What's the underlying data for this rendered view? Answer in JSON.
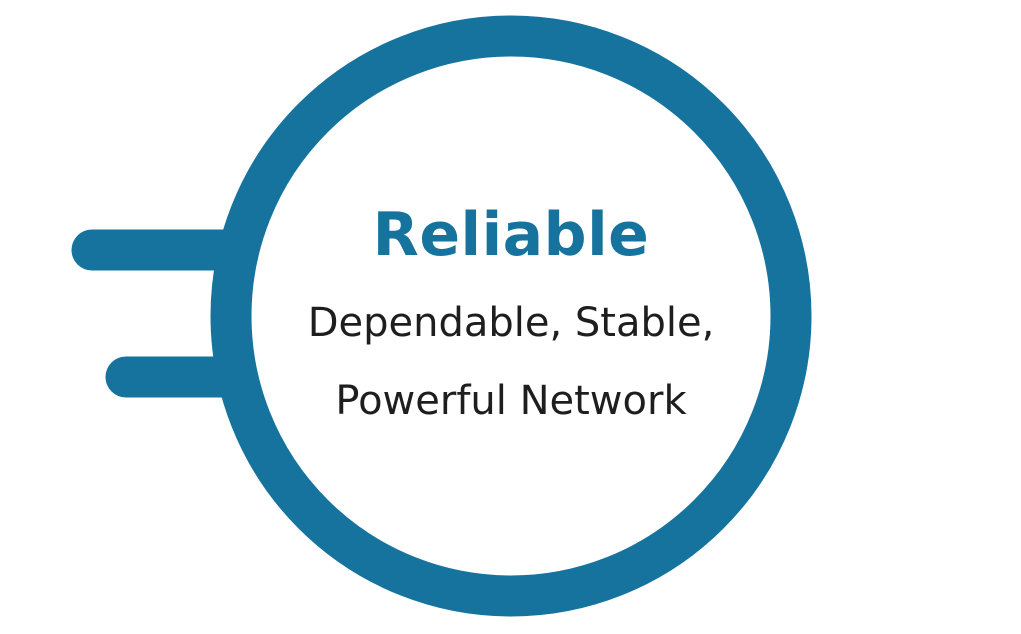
{
  "colors": {
    "accent": "#15739E",
    "text": "#1e1e1e"
  },
  "title": "Reliable",
  "description": {
    "line1": "Dependable, Stable,",
    "line2": "Powerful Network"
  }
}
